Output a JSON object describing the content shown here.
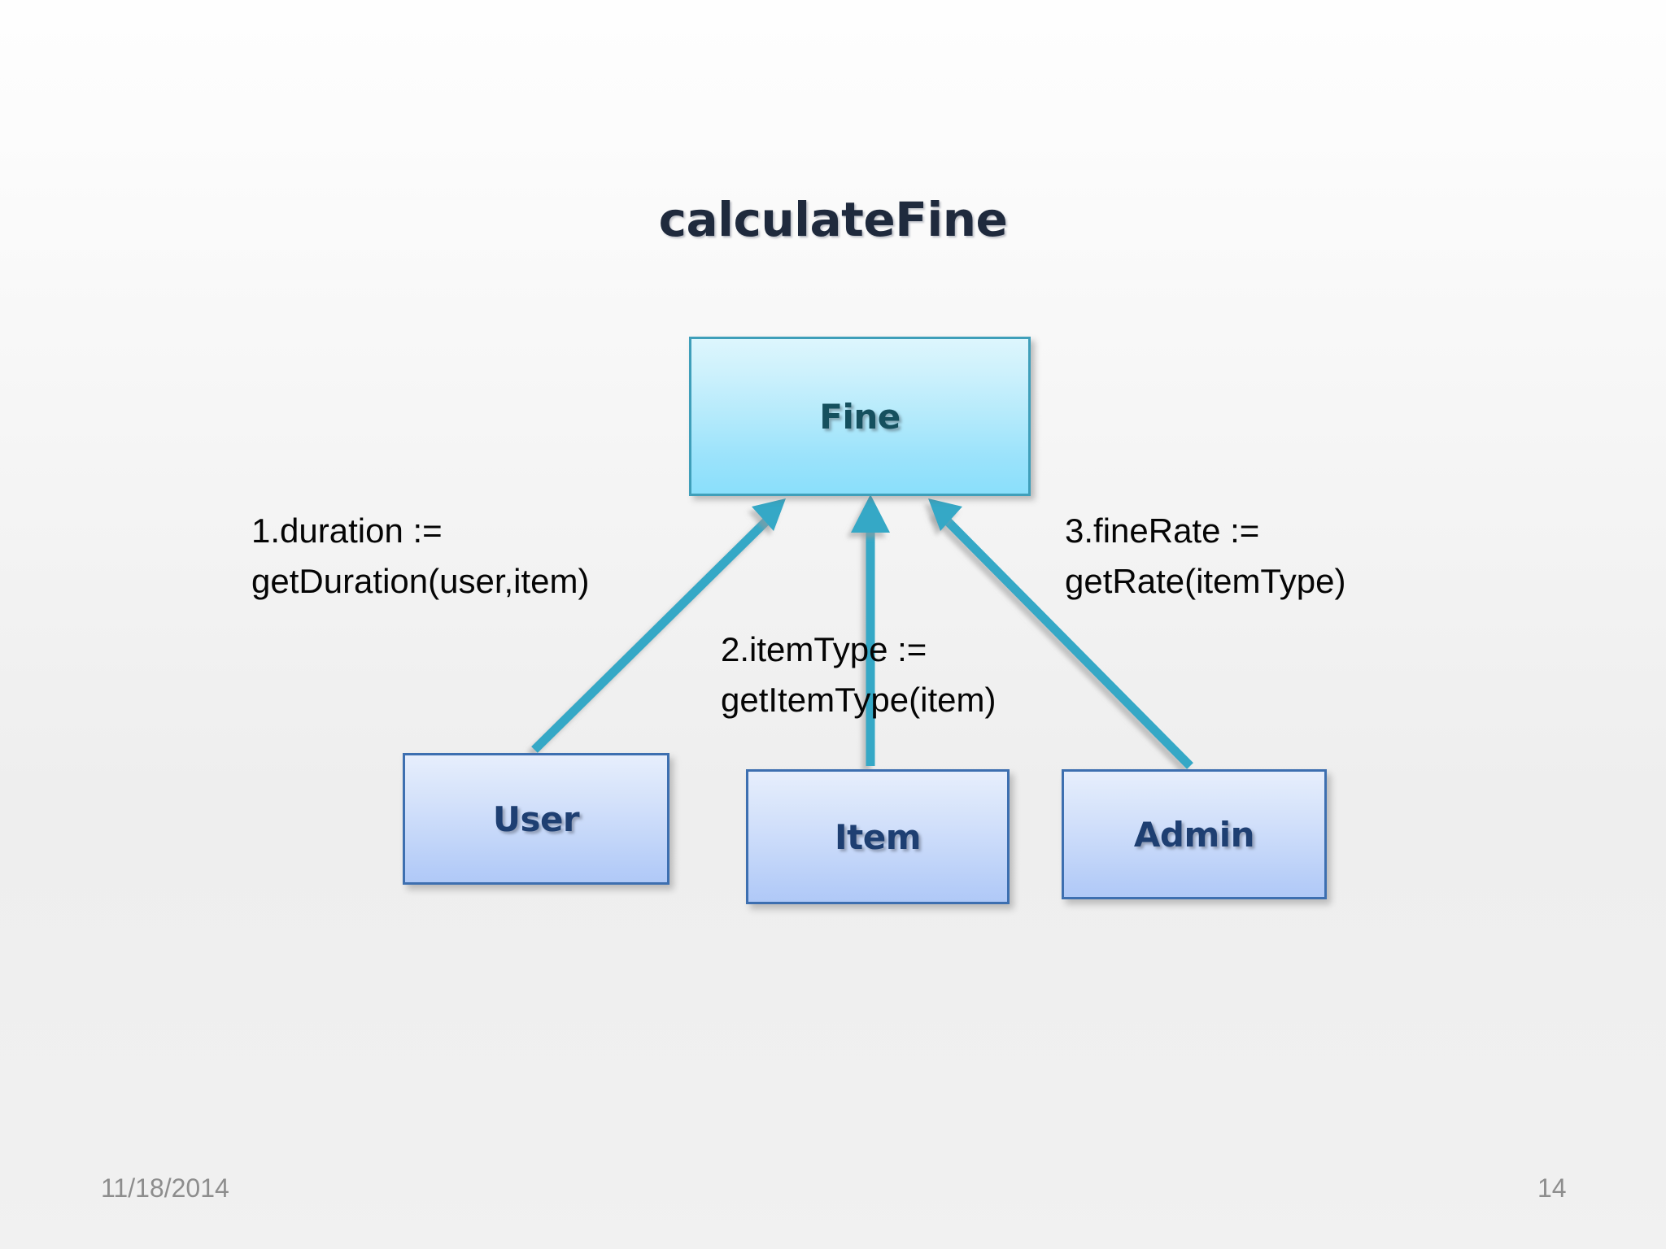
{
  "slide": {
    "title": "calculateFine",
    "background_top_color": "#fefefe",
    "background_bottom_color": "#f1f1f1"
  },
  "nodes": [
    {
      "id": "fine",
      "label": "Fine",
      "fill_color": "#b4eafb",
      "border_color": "#3f9fba",
      "text_color": "#15505e"
    },
    {
      "id": "user",
      "label": "User",
      "fill_color": "#cfdefa",
      "border_color": "#3d6fb0",
      "text_color": "#1e3f72"
    },
    {
      "id": "item",
      "label": "Item",
      "fill_color": "#cfdefa",
      "border_color": "#3d6fb0",
      "text_color": "#1e3f72"
    },
    {
      "id": "admin",
      "label": "Admin",
      "fill_color": "#cfdefa",
      "border_color": "#3d6fb0",
      "text_color": "#1e3f72"
    }
  ],
  "messages": [
    {
      "id": "msg-1",
      "number": "1.",
      "line1": "1.duration :=",
      "line2": "getDuration(user,item)",
      "from": "user",
      "to": "fine"
    },
    {
      "id": "msg-2",
      "number": "2.",
      "line1": "2.itemType :=",
      "line2": "getItemType(item)",
      "from": "item",
      "to": "fine"
    },
    {
      "id": "msg-3",
      "number": "3.",
      "line1": "3.fineRate :=",
      "line2": "getRate(itemType)",
      "from": "admin",
      "to": "fine"
    }
  ],
  "arrows": {
    "color": "#35a8c6",
    "shadow_color": "#b4b4b4",
    "count": 3
  },
  "footer": {
    "date": "11/18/2014",
    "page_number": "14"
  }
}
